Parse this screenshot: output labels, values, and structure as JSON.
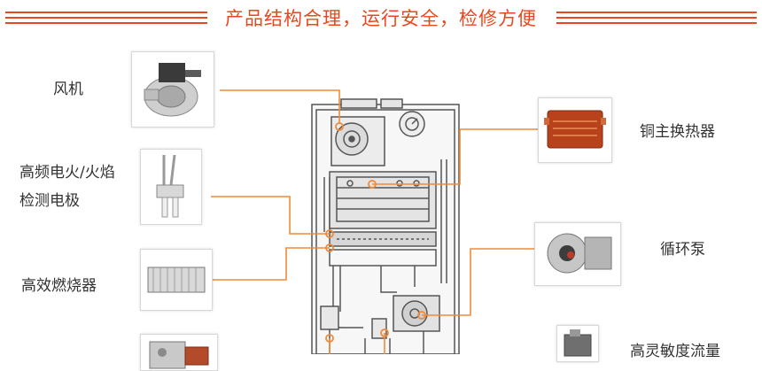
{
  "banner": {
    "title": "产品结构合理，运行安全，检修方便"
  },
  "parts": {
    "fan": "风机",
    "electrode_line1": "高频电火/火焰",
    "electrode_line2": "检测电极",
    "burner": "高效燃烧器",
    "heat_exchanger": "铜主换热器",
    "pump": "循环泵",
    "flow_sensor": "高灵敏度流量"
  },
  "colors": {
    "accent": "#e8481e",
    "callout": "#f08a3a"
  }
}
